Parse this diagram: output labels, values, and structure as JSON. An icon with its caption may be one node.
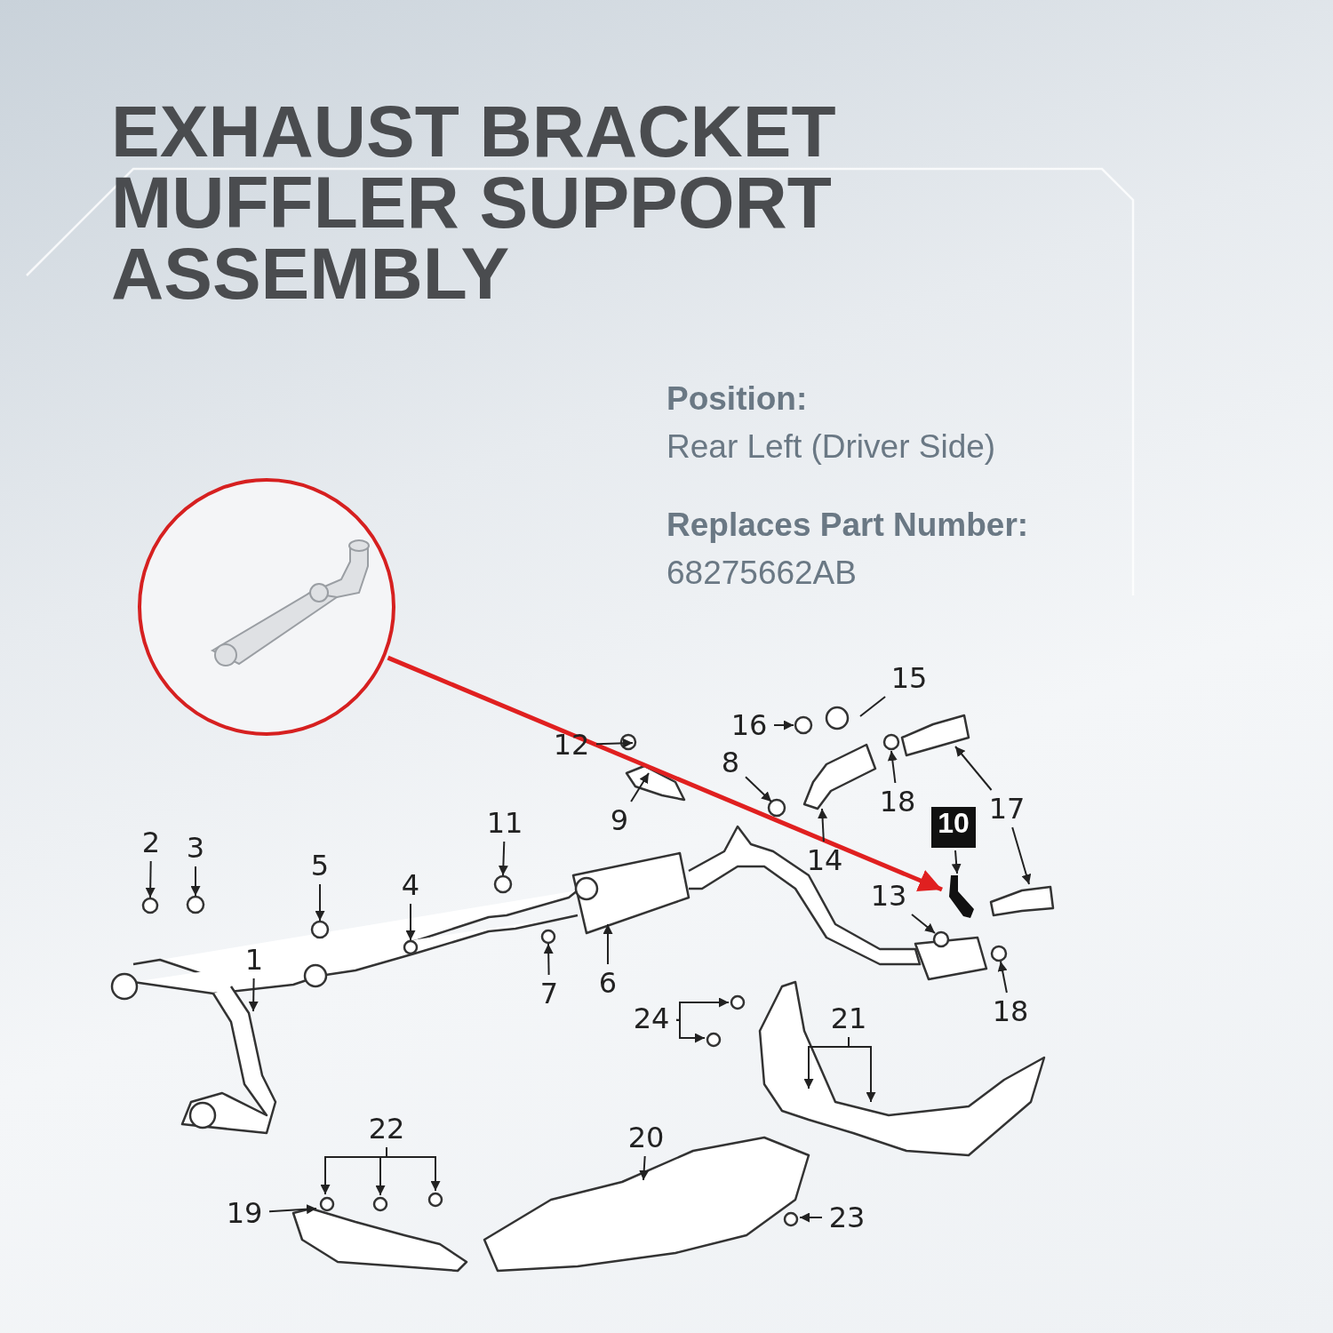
{
  "diagram": {
    "title": "EXHAUST BRACKET MUFFLER SUPPORT ASSEMBLY",
    "nodes": [
      {
        "text": [],
        "shape": "circle"
      },
      {
        "text": [
          "10"
        ]
      },
      {
        "text": [],
        "shape": "picture"
      },
      {
        "text": [
          "1"
        ]
      },
      {
        "text": [
          "2"
        ]
      },
      {
        "text": [
          "3"
        ]
      },
      {
        "text": [
          "4"
        ]
      },
      {
        "text": [
          "5"
        ]
      },
      {
        "text": [
          "6"
        ]
      },
      {
        "text": [
          "7"
        ]
      },
      {
        "text": [
          "8"
        ]
      },
      {
        "text": [
          "9"
        ]
      },
      {
        "text": [
          "11"
        ]
      },
      {
        "text": [
          "12"
        ]
      },
      {
        "text": [
          "13"
        ]
      },
      {
        "text": [
          "14"
        ]
      },
      {
        "text": [
          "15"
        ]
      },
      {
        "text": [
          "16"
        ]
      },
      {
        "text": [
          "17"
        ]
      },
      {
        "text": [
          "18"
        ]
      },
      {
        "text": [
          "18"
        ]
      },
      {
        "text": [
          "19"
        ]
      },
      {
        "text": [
          "20"
        ]
      },
      {
        "text": [
          "21"
        ]
      },
      {
        "text": [
          "22"
        ]
      },
      {
        "text": [
          "23"
        ]
      },
      {
        "text": [
          "24"
        ]
      }
    ],
    "edges": [
      {
        "from": 0,
        "to": 2,
        "arrow": "to",
        "style": "thick",
        "color": "#e02020"
      },
      {
        "from": 1,
        "to": 2,
        "arrow": "to"
      },
      {
        "from": 3,
        "to": null,
        "arrow": "to"
      },
      {
        "from": 4,
        "to": null,
        "arrow": "to"
      },
      {
        "from": 5,
        "to": null,
        "arrow": "to"
      },
      {
        "from": 6,
        "to": null,
        "arrow": "to"
      },
      {
        "from": 7,
        "to": null,
        "arrow": "to"
      },
      {
        "from": 8,
        "to": null,
        "arrow": "to"
      },
      {
        "from": 9,
        "to": null,
        "arrow": "to"
      },
      {
        "from": 10,
        "to": null,
        "arrow": "to"
      },
      {
        "from": 11,
        "to": null,
        "arrow": "to"
      },
      {
        "from": 12,
        "to": null,
        "arrow": "to"
      },
      {
        "from": 13,
        "to": null,
        "arrow": "to"
      },
      {
        "from": 14,
        "to": null,
        "arrow": "to"
      },
      {
        "from": 15,
        "to": null,
        "arrow": "to"
      },
      {
        "from": 16,
        "to": null,
        "arrow": "none"
      },
      {
        "from": 17,
        "to": null,
        "arrow": "to"
      },
      {
        "from": 18,
        "to": null,
        "arrow": "to"
      },
      {
        "from": 18,
        "to": null,
        "arrow": "to"
      },
      {
        "from": 19,
        "to": null,
        "arrow": "to"
      },
      {
        "from": 20,
        "to": null,
        "arrow": "to"
      },
      {
        "from": 21,
        "to": null,
        "arrow": "to"
      },
      {
        "from": 22,
        "to": null,
        "arrow": "to"
      },
      {
        "from": 23,
        "to": null,
        "arrow": "to"
      },
      {
        "from": 23,
        "to": null,
        "arrow": "to"
      },
      {
        "from": 24,
        "to": null,
        "arrow": "to"
      },
      {
        "from": 24,
        "to": null,
        "arrow": "to"
      },
      {
        "from": 24,
        "to": null,
        "arrow": "to"
      },
      {
        "from": 25,
        "to": null,
        "arrow": "to"
      },
      {
        "from": 26,
        "to": null,
        "arrow": "to"
      },
      {
        "from": 26,
        "to": null,
        "arrow": "to"
      }
    ],
    "labels": [
      "Position:",
      "Rear Left (Driver Side)",
      "Replaces Part Number:",
      "68275662AB"
    ]
  }
}
